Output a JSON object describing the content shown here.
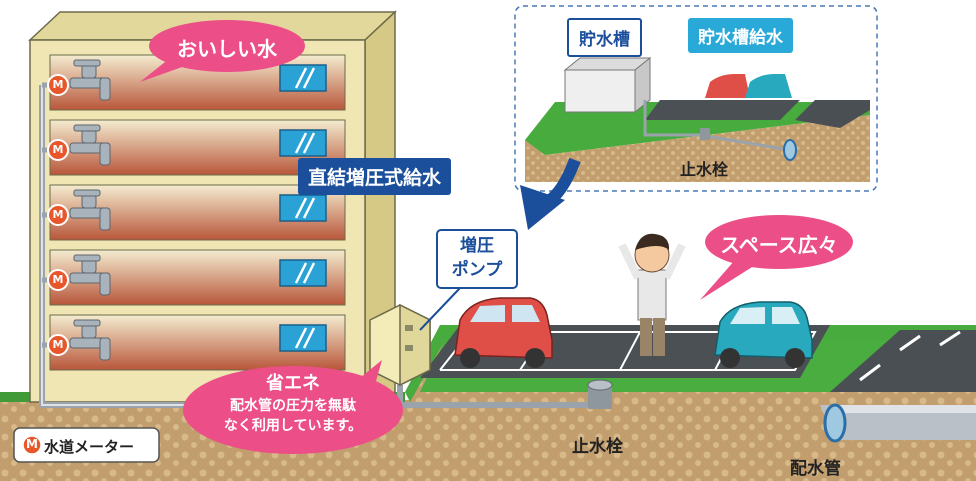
{
  "labels": {
    "tasty_water": "おいしい水",
    "direct_pressure": "直結増圧式給水",
    "booster_pump_line1": "増圧",
    "booster_pump_line2": "ポンプ",
    "space": "スペース広々",
    "energy_title": "省エネ",
    "energy_line1": "配水管の圧力を無駄",
    "energy_line2": "なく利用しています。",
    "legend_meter": "水道メーター",
    "meter_mark": "M",
    "stop_valve": "止水栓",
    "main_pipe": "配水管",
    "inset_tank": "貯水槽",
    "inset_tank_supply": "貯水槽給水",
    "inset_stop_valve": "止水栓"
  },
  "colors": {
    "building": "#efe6b4",
    "pink": "#ec4f87",
    "navy": "#1b4f9b",
    "cyan": "#29a9d8",
    "grass": "#45a83c",
    "soil": "#bf9a6a",
    "meter": "#e8572c"
  }
}
